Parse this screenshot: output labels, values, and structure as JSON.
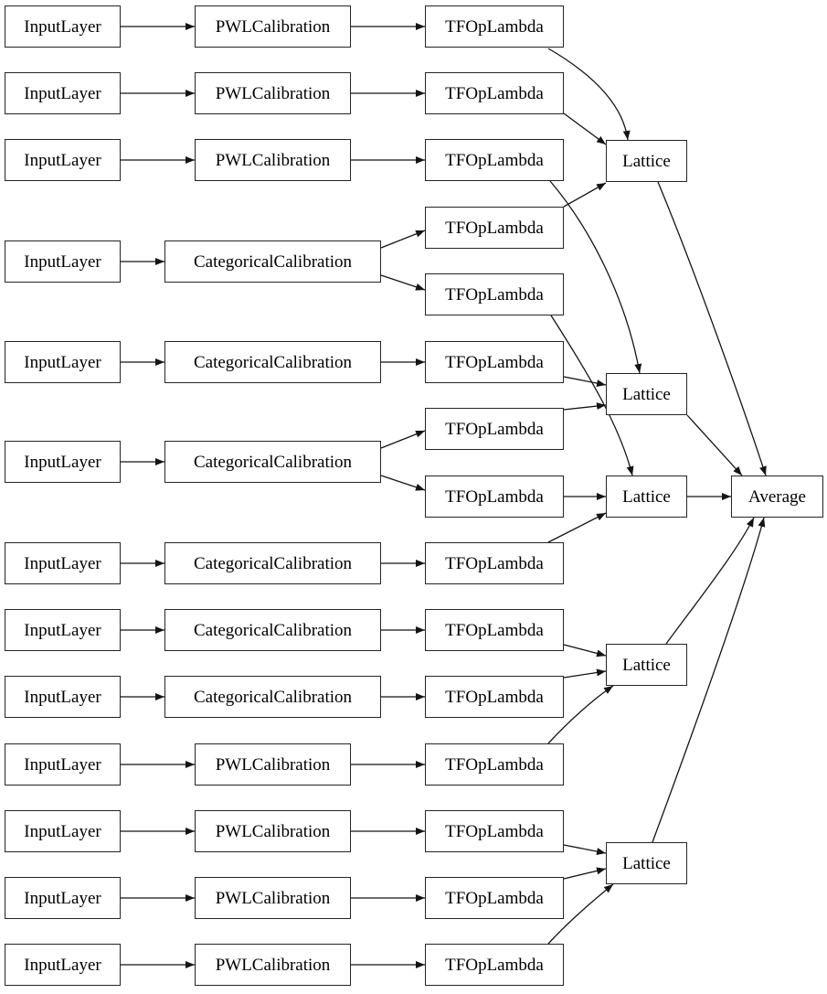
{
  "diagram": {
    "kind": "neural-network-layer-graph",
    "labels": {
      "input_layer": "InputLayer",
      "pwl_calibration": "PWLCalibration",
      "categorical_calibration": "CategoricalCalibration",
      "tfop_lambda": "TFOpLambda",
      "lattice": "Lattice",
      "average": "Average"
    },
    "colors": {
      "background": "#ffffff",
      "node_fill": "#ffffff",
      "node_border": "#000000",
      "edge": "#000000",
      "text": "#000000"
    },
    "node_counts": {
      "input_layers": 13,
      "calibrations": 13,
      "tfop_lambdas": 15,
      "lattices": 5,
      "outputs": 1
    },
    "calibration_types_by_row": [
      "PWLCalibration",
      "PWLCalibration",
      "PWLCalibration",
      "CategoricalCalibration",
      "CategoricalCalibration",
      "CategoricalCalibration",
      "CategoricalCalibration",
      "CategoricalCalibration",
      "CategoricalCalibration",
      "PWLCalibration",
      "PWLCalibration",
      "PWLCalibration",
      "PWLCalibration"
    ],
    "edges": [
      "input-1->calib-1",
      "input-2->calib-2",
      "input-3->calib-3",
      "input-4->calib-4",
      "input-5->calib-5",
      "input-6->calib-6",
      "input-7->calib-7",
      "input-8->calib-8",
      "input-9->calib-9",
      "input-10->calib-10",
      "input-11->calib-11",
      "input-12->calib-12",
      "input-13->calib-13",
      "calib-1->tfop-1",
      "calib-2->tfop-2",
      "calib-3->tfop-3",
      "calib-4->tfop-4",
      "calib-4->tfop-5",
      "calib-5->tfop-6",
      "calib-6->tfop-7",
      "calib-6->tfop-8",
      "calib-7->tfop-9",
      "calib-8->tfop-10",
      "calib-9->tfop-11",
      "calib-10->tfop-12",
      "calib-11->tfop-13",
      "calib-12->tfop-14",
      "calib-13->tfop-15",
      "tfop-1->lattice-1",
      "tfop-2->lattice-1",
      "tfop-4->lattice-1",
      "tfop-3->lattice-2",
      "tfop-6->lattice-2",
      "tfop-7->lattice-2",
      "tfop-5->lattice-3",
      "tfop-8->lattice-3",
      "tfop-9->lattice-3",
      "tfop-10->lattice-4",
      "tfop-11->lattice-4",
      "tfop-12->lattice-4",
      "tfop-13->lattice-5",
      "tfop-14->lattice-5",
      "tfop-15->lattice-5",
      "lattice-1->average",
      "lattice-2->average",
      "lattice-3->average",
      "lattice-4->average",
      "lattice-5->average"
    ]
  }
}
